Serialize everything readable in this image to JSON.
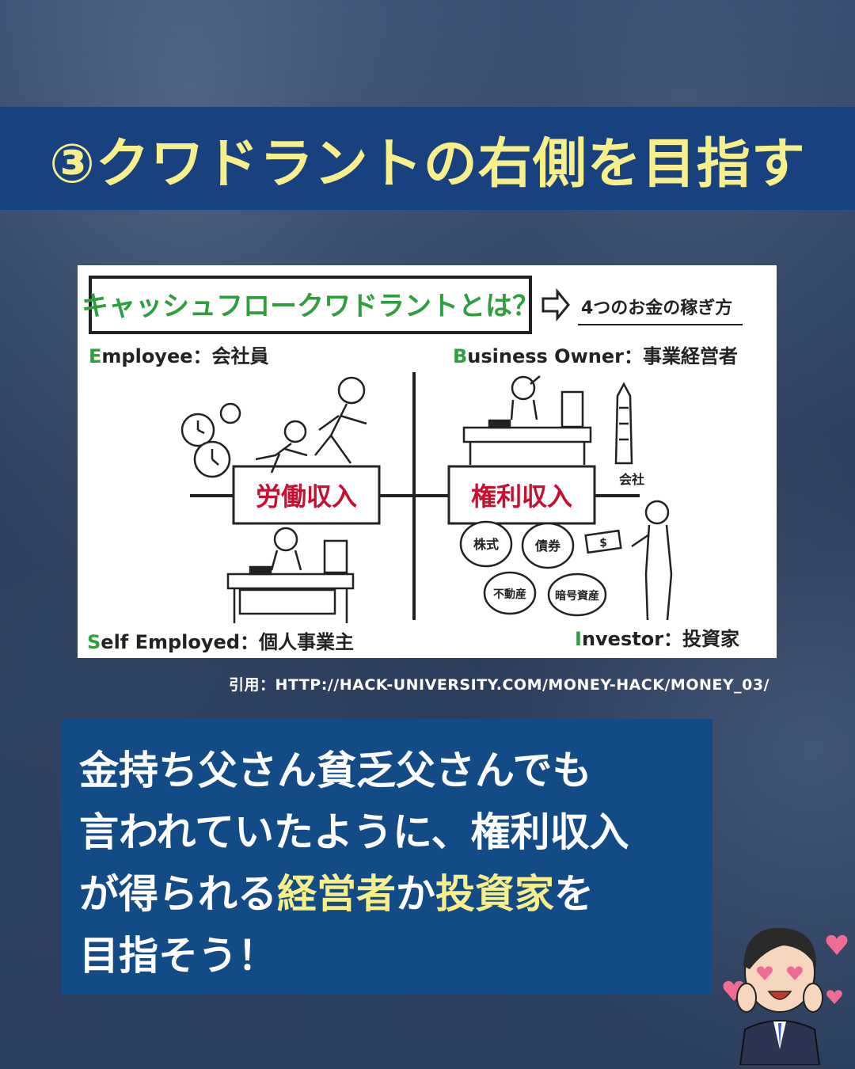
{
  "title": "③クワドラントの右側を目指す",
  "figure": {
    "heading": "キャッシュフロークワドラントとは？",
    "subheading": "4つのお金の稼ぎ方",
    "q_top_left": {
      "initial": "E",
      "rest": "mployee：会社員"
    },
    "q_top_right": {
      "initial": "B",
      "rest": "usiness Owner：事業経営者"
    },
    "q_bottom_left": {
      "initial": "S",
      "rest": "elf Employed：個人事業主"
    },
    "q_bottom_right": {
      "initial": "I",
      "rest": "nvestor：投資家"
    },
    "labor_income": "労働収入",
    "rights_income": "権利収入",
    "company": "会社",
    "assets": [
      "株式",
      "債券",
      "不動産",
      "暗号資産"
    ],
    "dollar": "$"
  },
  "citation": "引用：HTTP://HACK-UNIVERSITY.COM/MONEY-HACK/MONEY_03/",
  "message": {
    "line1": "金持ち父さん貧乏父さんでも",
    "line2": "言われていたように、権利収入",
    "line3_a": "が得られる",
    "line3_hl1": "経営者",
    "line3_b": "か",
    "line3_hl2": "投資家",
    "line3_c": "を",
    "line4": "目指そう！"
  },
  "colors": {
    "title_band": "#17427f",
    "title_text": "#f7ef8a",
    "message_box": "#134b86",
    "highlight": "#f7ef8a",
    "quadrant_initial": "#2e9e3e",
    "income_text": "#c8102e",
    "heading_green": "#2e9e3e"
  }
}
